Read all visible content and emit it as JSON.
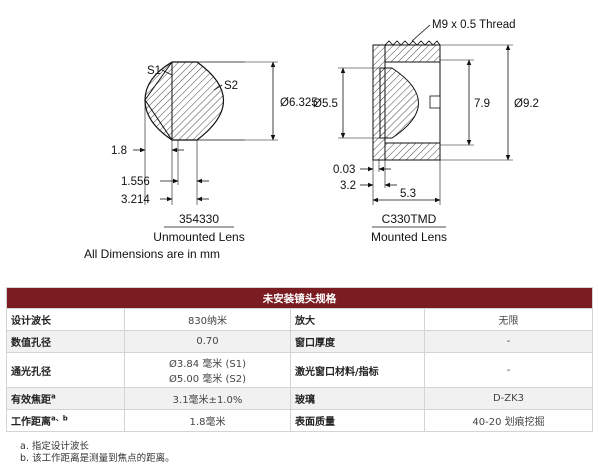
{
  "diagram": {
    "left": {
      "labels": {
        "s1": "S1",
        "s2": "S2",
        "dia": "Ø6.325",
        "d1": "1.8",
        "d2": "1.556",
        "d3": "3.214"
      },
      "part": "354330",
      "desc": "Unmounted Lens",
      "note": "All Dimensions are in mm"
    },
    "right": {
      "labels": {
        "thread": "M9 x 0.5 Thread",
        "dia_inner": "Ø5.5",
        "dia_body": "7.9",
        "dia_outer": "Ø9.2",
        "d1": "0.03",
        "d2": "3.2",
        "d3": "5.3"
      },
      "part": "C330TMD",
      "desc": "Mounted Lens"
    }
  },
  "table": {
    "title": "未安装镜头规格",
    "rows": [
      {
        "k1": "设计波长",
        "sup1": "",
        "v1": "830纳米",
        "v1b": "",
        "k2": "放大",
        "v2": "无限"
      },
      {
        "k1": "数值孔径",
        "sup1": "",
        "v1": "0.70",
        "v1b": "",
        "k2": "窗口厚度",
        "v2": "-"
      },
      {
        "k1": "通光孔径",
        "sup1": "",
        "v1": "Ø3.84 毫米 (S1)",
        "v1b": "Ø5.00 毫米 (S2)",
        "k2": "激光窗口材料/指标",
        "v2": "-"
      },
      {
        "k1": "有效焦距",
        "sup1": "a",
        "v1": "3.1毫米±1.0%",
        "v1b": "",
        "k2": "玻璃",
        "v2": "D-ZK3"
      },
      {
        "k1": "工作距离",
        "sup1": "a、b",
        "v1": "1.8毫米",
        "v1b": "",
        "k2": "表面质量",
        "v2": "40-20 划痕挖掘"
      }
    ]
  },
  "notes": [
    "a. 指定设计波长",
    "b. 该工作距离是测量到焦点的距离。"
  ]
}
